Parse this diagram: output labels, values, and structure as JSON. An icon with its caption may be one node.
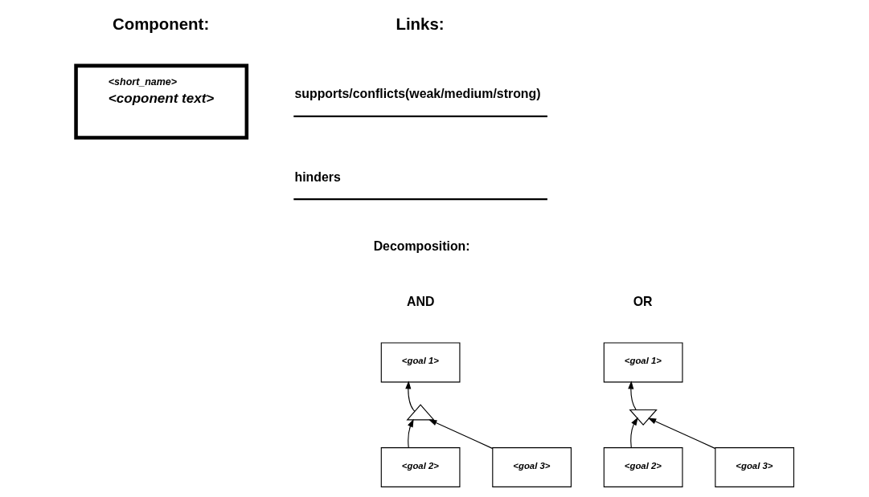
{
  "diagram": {
    "nodes": [
      {
        "text": [
          "<short_name>",
          "<coponent text>"
        ]
      },
      {
        "text": [
          "<goal 1>"
        ]
      },
      {
        "text": [
          "<goal 1>"
        ]
      },
      {
        "text": [],
        "shape": "triangle"
      },
      {
        "text": [],
        "shape": "triangle"
      },
      {
        "text": [
          "<goal 2>"
        ]
      },
      {
        "text": [
          "<goal 3>"
        ]
      },
      {
        "text": [
          "<goal 2>"
        ]
      },
      {
        "text": [
          "<goal 3>"
        ]
      }
    ],
    "edges": [
      {
        "from": 3,
        "to": 1,
        "arrow": "to"
      },
      {
        "from": 5,
        "to": 3,
        "arrow": "to"
      },
      {
        "from": 6,
        "to": 3,
        "arrow": "to"
      },
      {
        "from": 4,
        "to": 2,
        "arrow": "to"
      },
      {
        "from": 7,
        "to": 4,
        "arrow": "to"
      },
      {
        "from": 8,
        "to": 4,
        "arrow": "to"
      }
    ],
    "labels": [
      "Component:",
      "Links:",
      "Decomposition:",
      "AND",
      "OR"
    ],
    "legend": [
      {
        "text": "supports/conflicts(weak/medium/strong)"
      },
      {
        "text": "hinders"
      }
    ]
  }
}
